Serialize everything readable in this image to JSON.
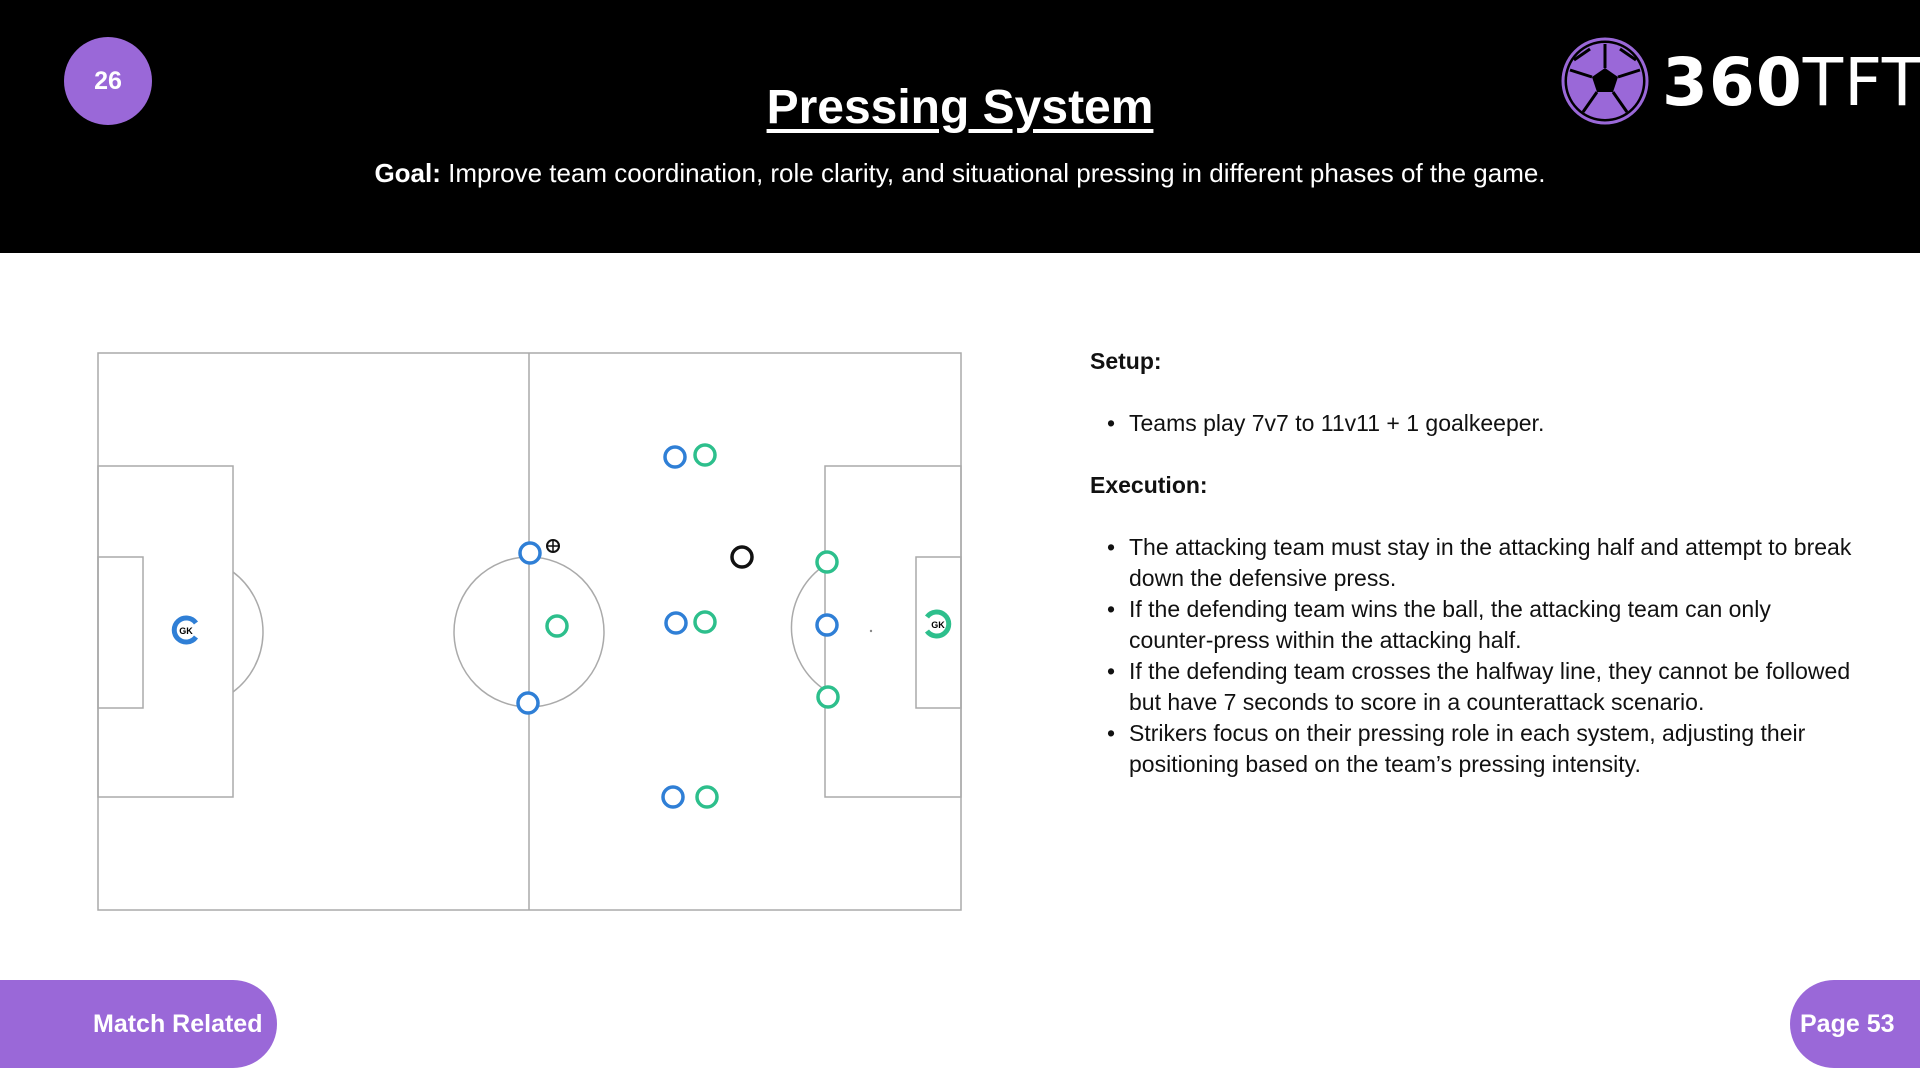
{
  "header": {
    "number": "26",
    "title": "Pressing System",
    "goal_label": "Goal:",
    "goal_text": " Improve team coordination, role clarity, and situational pressing in different phases of the game.",
    "logo_bold": "360",
    "logo_light": "TFT"
  },
  "diagram": {
    "gk_label": "GK",
    "colors": {
      "blue": "#2f7fd6",
      "green": "#2dbf8c",
      "black": "#111111"
    }
  },
  "panel": {
    "setup_title": "Setup:",
    "setup_items": [
      "Teams play 7v7 to 11v11 + 1 goalkeeper."
    ],
    "execution_title": "Execution:",
    "execution_items": [
      "The attacking team must stay in the attacking half and attempt to break down the defensive press.",
      "If the defending team wins the ball, the attacking team can only counter-press within the attacking half.",
      "If the defending team crosses the halfway line, they cannot be followed but have 7 seconds to score in a counterattack scenario.",
      "Strikers focus on their pressing role in each system, adjusting their positioning based on the team’s pressing intensity."
    ]
  },
  "footer": {
    "category": "Match Related",
    "page": "Page 53"
  },
  "colors": {
    "accent": "#9a68d8",
    "header_bg": "#000000"
  }
}
